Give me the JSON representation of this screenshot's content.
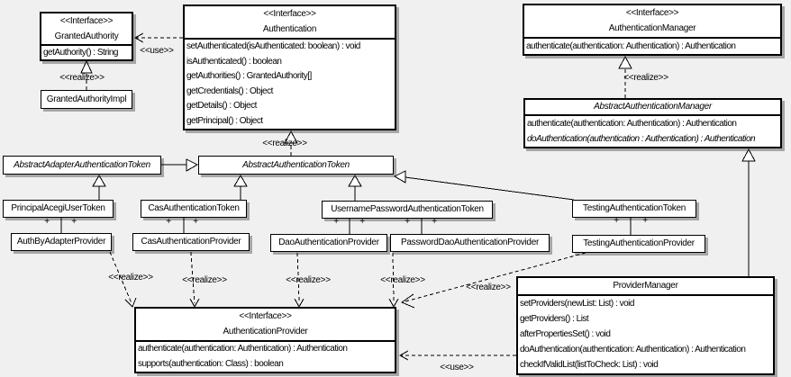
{
  "labels": {
    "realize": "<<realize>>",
    "use": "<<use>>",
    "plus": "+"
  },
  "colors": {
    "background": "#f0f0f0",
    "box_fill": "#ffffff",
    "box_border": "#000000",
    "box_shadow": "#a6a6a6",
    "line": "#000000"
  },
  "classes": {
    "granted_authority": {
      "stereotype": "<<Interface>>",
      "name": "GrantedAuthority",
      "methods": [
        "getAuthority() : String"
      ]
    },
    "granted_authority_impl": {
      "name": "GrantedAuthorityImpl"
    },
    "authentication": {
      "stereotype": "<<Interface>>",
      "name": "Authentication",
      "methods": [
        "setAuthenticated(isAuthenticated: boolean) : void",
        "isAuthenticated() : boolean",
        "getAuthorities() : GrantedAuthority[]",
        "getCredentials() : Object",
        "getDetails() : Object",
        "getPrincipal() : Object"
      ]
    },
    "authentication_manager": {
      "stereotype": "<<Interface>>",
      "name": "AuthenticationManager",
      "methods": [
        "authenticate(authentication: Authentication) : Authentication"
      ]
    },
    "abstract_authentication_manager": {
      "name": "AbstractAuthenticationManager",
      "abstract": true,
      "methods": [
        "authenticate(authentication: Authentication) : Authentication",
        "doAuthentication(authentication : Authentication) : Authentication"
      ]
    },
    "abstract_adapter_authentication_token": {
      "name": "AbstractAdapterAuthenticationToken",
      "abstract": true
    },
    "abstract_authentication_token": {
      "name": "AbstractAuthenticationToken",
      "abstract": true
    },
    "principal_acegi_user_token": {
      "name": "PrincipalAcegiUserToken"
    },
    "cas_authentication_token": {
      "name": "CasAuthenticationToken"
    },
    "username_password_authentication_token": {
      "name": "UsernamePasswordAuthenticationToken"
    },
    "testing_authentication_token": {
      "name": "TestingAuthenticationToken"
    },
    "auth_by_adapter_provider": {
      "name": "AuthByAdapterProvider"
    },
    "cas_authentication_provider": {
      "name": "CasAuthenticationProvider"
    },
    "dao_authentication_provider": {
      "name": "DaoAuthenticationProvider"
    },
    "password_dao_authentication_provider": {
      "name": "PasswordDaoAuthenticationProvider"
    },
    "testing_authentication_provider": {
      "name": "TestingAuthenticationProvider"
    },
    "authentication_provider": {
      "stereotype": "<<Interface>>",
      "name": "AuthenticationProvider",
      "methods": [
        "authenticate(authentication: Authentication) : Authentication",
        "supports(authentication: Class) : boolean"
      ]
    },
    "provider_manager": {
      "name": "ProviderManager",
      "methods": [
        "setProviders(newList: List) : void",
        "getProviders() : List",
        "afterPropertiesSet() : void",
        "doAuthentication(authentication: Authentication) : Authentication",
        "checkIfValidList(listToCheck: List) : void"
      ]
    }
  },
  "relationships": [
    {
      "from": "Authentication",
      "to": "GrantedAuthority",
      "type": "use"
    },
    {
      "from": "GrantedAuthorityImpl",
      "to": "GrantedAuthority",
      "type": "realize"
    },
    {
      "from": "AbstractAuthenticationToken",
      "to": "Authentication",
      "type": "realize"
    },
    {
      "from": "AbstractAuthenticationManager",
      "to": "AuthenticationManager",
      "type": "realize"
    },
    {
      "from": "AbstractAdapterAuthenticationToken",
      "to": "AbstractAuthenticationToken",
      "type": "generalization"
    },
    {
      "from": "PrincipalAcegiUserToken",
      "to": "AbstractAdapterAuthenticationToken",
      "type": "generalization"
    },
    {
      "from": "CasAuthenticationToken",
      "to": "AbstractAuthenticationToken",
      "type": "generalization"
    },
    {
      "from": "UsernamePasswordAuthenticationToken",
      "to": "AbstractAuthenticationToken",
      "type": "generalization"
    },
    {
      "from": "TestingAuthenticationToken",
      "to": "AbstractAuthenticationToken",
      "type": "generalization"
    },
    {
      "from": "ProviderManager",
      "to": "AbstractAuthenticationManager",
      "type": "generalization"
    },
    {
      "from": "PrincipalAcegiUserToken",
      "to": "AuthByAdapterProvider",
      "type": "association",
      "end_labels": [
        "+",
        "+"
      ]
    },
    {
      "from": "CasAuthenticationToken",
      "to": "CasAuthenticationProvider",
      "type": "association",
      "end_labels": [
        "+",
        "+"
      ]
    },
    {
      "from": "UsernamePasswordAuthenticationToken",
      "to": "DaoAuthenticationProvider",
      "type": "association",
      "end_labels": [
        "+",
        "+"
      ]
    },
    {
      "from": "UsernamePasswordAuthenticationToken",
      "to": "PasswordDaoAuthenticationProvider",
      "type": "association",
      "end_labels": [
        "+",
        "+"
      ]
    },
    {
      "from": "TestingAuthenticationToken",
      "to": "TestingAuthenticationProvider",
      "type": "association",
      "end_labels": [
        "+",
        "+"
      ]
    },
    {
      "from": "AuthByAdapterProvider",
      "to": "AuthenticationProvider",
      "type": "realize"
    },
    {
      "from": "CasAuthenticationProvider",
      "to": "AuthenticationProvider",
      "type": "realize"
    },
    {
      "from": "DaoAuthenticationProvider",
      "to": "AuthenticationProvider",
      "type": "realize"
    },
    {
      "from": "PasswordDaoAuthenticationProvider",
      "to": "AuthenticationProvider",
      "type": "realize"
    },
    {
      "from": "TestingAuthenticationProvider",
      "to": "AuthenticationProvider",
      "type": "realize"
    },
    {
      "from": "ProviderManager",
      "to": "AuthenticationProvider",
      "type": "use"
    }
  ]
}
